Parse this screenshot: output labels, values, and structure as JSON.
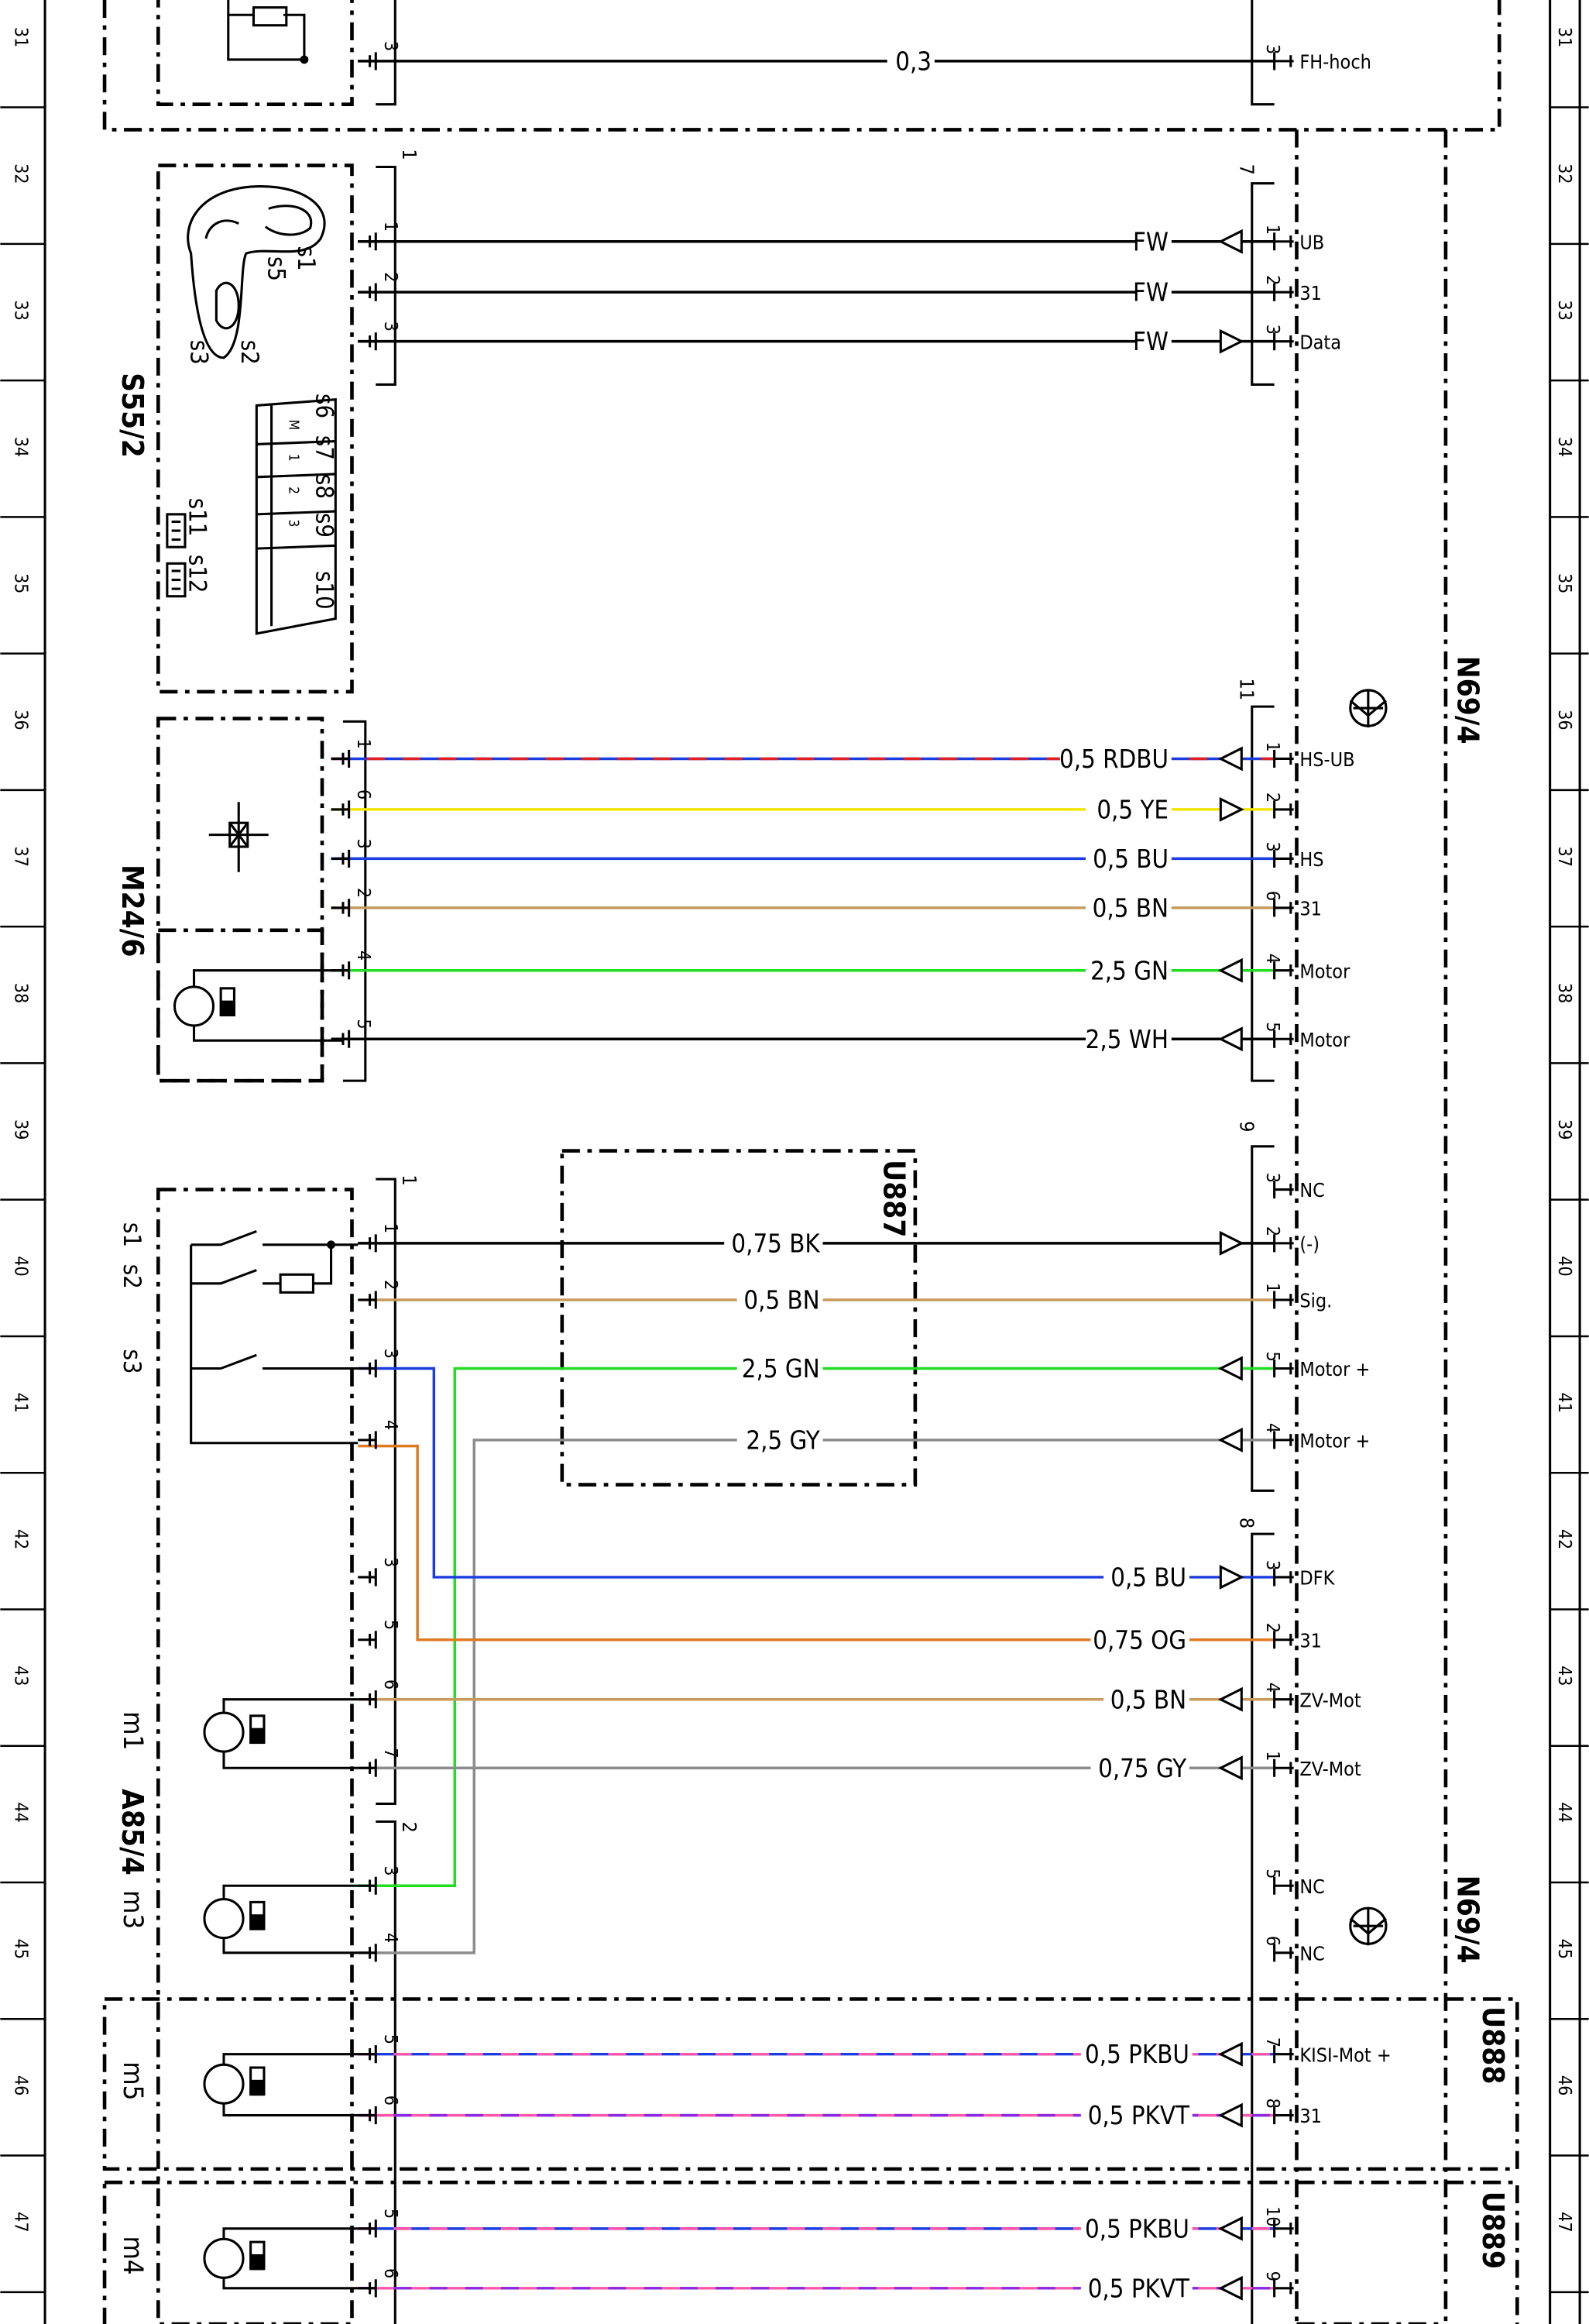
{
  "grid_rows": [
    "31",
    "32",
    "33",
    "34",
    "35",
    "36",
    "37",
    "38",
    "39",
    "40",
    "41",
    "42",
    "43",
    "44",
    "45",
    "46",
    "47"
  ],
  "components": {
    "s55_2": "S55/2",
    "m24_6": "M24/6",
    "a85_4": "A85/4",
    "u887": "U887",
    "u888": "U888",
    "u889": "U889",
    "n69_4_upper": "N69/4",
    "n69_4_lower": "N69/4"
  },
  "switch_labels": {
    "s1": "s1",
    "s2": "s2",
    "s3": "s3",
    "s5": "s5",
    "s6": "s6",
    "s7": "s7",
    "s8": "s8",
    "s9": "s9",
    "s10": "s10",
    "s11": "s11",
    "s12": "s12",
    "a_s1": "s1",
    "a_s2": "s2",
    "a_s3": "s3",
    "m1": "m1",
    "m3": "m3",
    "m5": "m5",
    "m4": "m4",
    "seat_menu": [
      "M",
      "1",
      "2",
      "3"
    ]
  },
  "connector_numbers": {
    "c1": "1",
    "c7": "7",
    "c11": "11",
    "c9": "9",
    "c8": "8",
    "c2": "2"
  },
  "wires": [
    {
      "label": "0,3",
      "left_pin": "3",
      "right_pin": "3",
      "signal": "FH-hoch",
      "color": "#000000"
    },
    {
      "label": "FW",
      "left_pin": "1",
      "right_pin": "1",
      "signal": "UB",
      "color": "#000000"
    },
    {
      "label": "FW",
      "left_pin": "2",
      "right_pin": "2",
      "signal": "31",
      "color": "#000000"
    },
    {
      "label": "FW",
      "left_pin": "3",
      "right_pin": "3",
      "signal": "Data",
      "color": "#000000"
    },
    {
      "label": "0,5 RDBU",
      "left_pin": "1",
      "right_pin": "1",
      "signal": "HS-UB",
      "color": "#1a3ce0",
      "stripe": "#e02020"
    },
    {
      "label": "0,5 YE",
      "left_pin": "6",
      "right_pin": "2",
      "signal": "",
      "color": "#f2e600"
    },
    {
      "label": "0,5 BU",
      "left_pin": "3",
      "right_pin": "3",
      "signal": "HS",
      "color": "#1a3ce0"
    },
    {
      "label": "0,5 BN",
      "left_pin": "2",
      "right_pin": "6",
      "signal": "31",
      "color": "#c89a5c"
    },
    {
      "label": "2,5 GN",
      "left_pin": "4",
      "right_pin": "4",
      "signal": "Motor",
      "color": "#22dd22"
    },
    {
      "label": "2,5 WH",
      "left_pin": "5",
      "right_pin": "5",
      "signal": "Motor",
      "color": "#000000"
    },
    {
      "label": "",
      "left_pin": "",
      "right_pin": "3",
      "signal": "NC",
      "color": "#000000"
    },
    {
      "label": "0,75 BK",
      "left_pin": "1",
      "right_pin": "2",
      "signal": "(-)",
      "color": "#000000"
    },
    {
      "label": "0,5 BN",
      "left_pin": "2",
      "right_pin": "1",
      "signal": "Sig.",
      "color": "#c89a5c"
    },
    {
      "label": "2,5 GN",
      "left_pin": "3",
      "right_pin": "5",
      "signal": "Motor +",
      "color": "#22dd22"
    },
    {
      "label": "2,5 GY",
      "left_pin": "4",
      "right_pin": "4",
      "signal": "Motor +",
      "color": "#8c8c8c"
    },
    {
      "label": "0,5 BU",
      "left_pin": "3",
      "right_pin": "3",
      "signal": "DFK",
      "color": "#1a3ce0"
    },
    {
      "label": "0,75 OG",
      "left_pin": "5",
      "right_pin": "2",
      "signal": "31",
      "color": "#e07a20"
    },
    {
      "label": "0,5 BN",
      "left_pin": "6",
      "right_pin": "4",
      "signal": "ZV-Mot",
      "color": "#c89a5c"
    },
    {
      "label": "0,75 GY",
      "left_pin": "7",
      "right_pin": "1",
      "signal": "ZV-Mot",
      "color": "#8c8c8c"
    },
    {
      "label": "",
      "left_pin": "3",
      "right_pin": "5",
      "signal": "NC",
      "color": "#22dd22"
    },
    {
      "label": "",
      "left_pin": "4",
      "right_pin": "6",
      "signal": "NC",
      "color": "#8c8c8c"
    },
    {
      "label": "0,5 PKBU",
      "left_pin": "5",
      "right_pin": "7",
      "signal": "KISI-Mot +",
      "color": "#1a3ce0",
      "stripe": "#ff55aa"
    },
    {
      "label": "0,5 PKVT",
      "left_pin": "6",
      "right_pin": "8",
      "signal": "31",
      "color": "#ff55aa",
      "stripe": "#8a2be2"
    },
    {
      "label": "0,5 PKBU",
      "left_pin": "5",
      "right_pin": "10",
      "signal": "",
      "color": "#1a3ce0",
      "stripe": "#ff55aa"
    },
    {
      "label": "0,5 PKVT",
      "left_pin": "6",
      "right_pin": "9",
      "signal": "",
      "color": "#ff55aa",
      "stripe": "#8a2be2"
    }
  ]
}
